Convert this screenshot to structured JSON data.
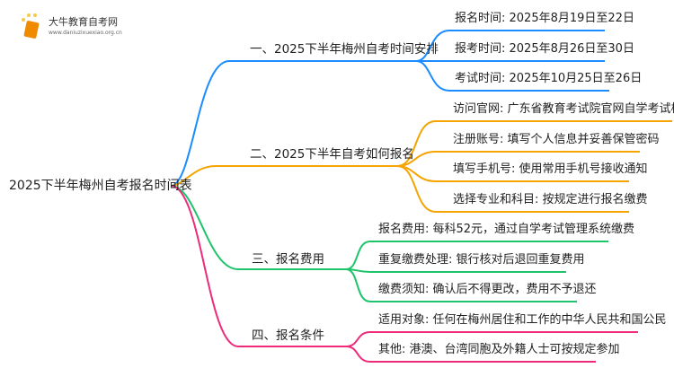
{
  "logo": {
    "title": "大牛教育自考网",
    "url": "www.daniuzixuexiao.org.cn"
  },
  "root": "2025下半年梅州自考报名时间表",
  "colors": {
    "blue": "#1a8cff",
    "orange": "#f5a400",
    "green": "#1dc46a",
    "pink": "#ee2a7b"
  },
  "branches": [
    {
      "label": "一、2025下半年梅州自考时间安排",
      "leaves": [
        "报名时间: 2025年8月19日至22日",
        "报考时间: 2025年8月26日至30日",
        "考试时间: 2025年10月25日至26日"
      ]
    },
    {
      "label": "二、2025下半年自考如何报名",
      "leaves": [
        "访问官网: 广东省教育考试院官网自学考试栏目",
        "注册账号: 填写个人信息并妥善保管密码",
        "填写手机号: 使用常用手机号接收通知",
        "选择专业和科目: 按规定进行报名缴费"
      ]
    },
    {
      "label": "三、报名费用",
      "leaves": [
        "报名费用: 每科52元，通过自学考试管理系统缴费",
        "重复缴费处理: 银行核对后退回重复费用",
        "缴费须知: 确认后不得更改，费用不予退还"
      ]
    },
    {
      "label": "四、报名条件",
      "leaves": [
        "适用对象: 任何在梅州居住和工作的中华人民共和国公民",
        "其他: 港澳、台湾同胞及外籍人士可按规定参加"
      ]
    }
  ]
}
